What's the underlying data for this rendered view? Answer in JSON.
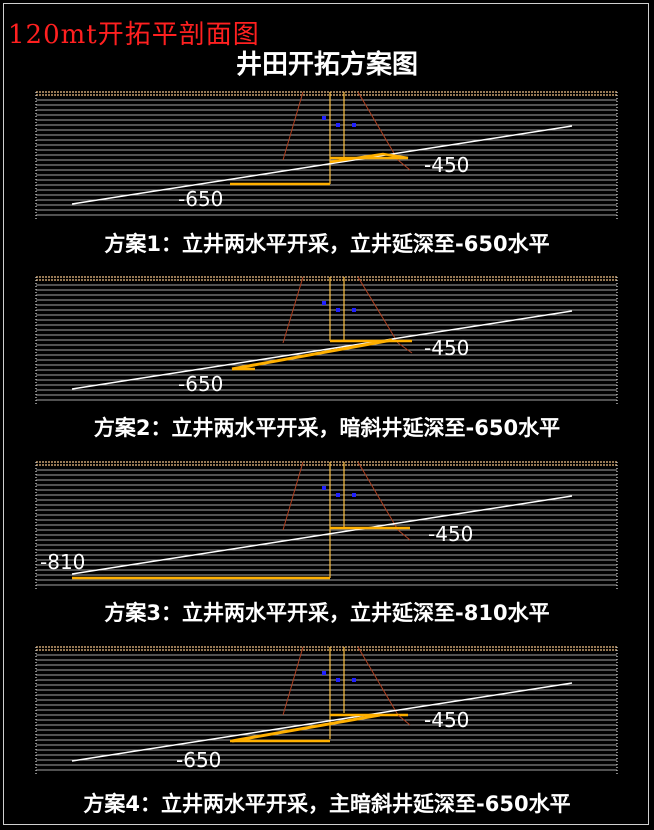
{
  "page": {
    "corner_title": "120mt开拓平剖面图",
    "main_title": "井田开拓方案图"
  },
  "colors": {
    "background": "#000000",
    "corner_title": "#ff2020",
    "text": "#ffffff",
    "grid": "#d8d8d8",
    "roadway": "#ffb000",
    "shaft": "#ffc040",
    "outline": "#b04020",
    "marker": "#2020ff"
  },
  "panels": [
    {
      "id": "scheme-1",
      "caption": "方案1：立井两水平开采，立井延深至-650水平",
      "level_upper": "-450",
      "level_lower": "-650"
    },
    {
      "id": "scheme-2",
      "caption": "方案2：立井两水平开采，暗斜井延深至-650水平",
      "level_upper": "-450",
      "level_lower": "-650"
    },
    {
      "id": "scheme-3",
      "caption": "方案3：立井两水平开采，立井延深至-810水平",
      "level_upper": "-450",
      "level_lower": "-810"
    },
    {
      "id": "scheme-4",
      "caption": "方案4：立井两水平开采，主暗斜井延深至-650水平",
      "level_upper": "-450",
      "level_lower": "-650"
    }
  ]
}
